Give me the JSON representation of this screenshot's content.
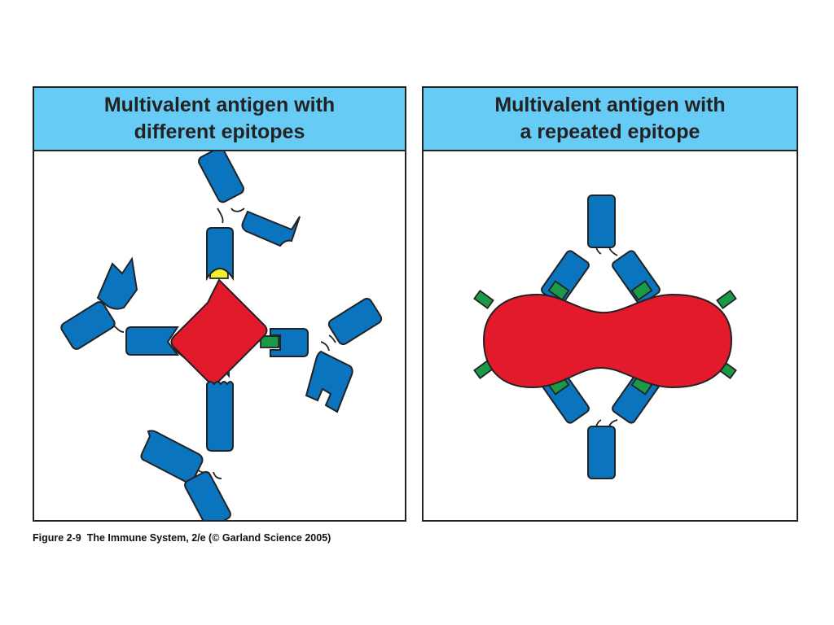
{
  "colors": {
    "header_bg": "#66ccf5",
    "antibody": "#0a74bf",
    "antigen": "#e21a2b",
    "epitope_yellow": "#f2ef33",
    "epitope_green": "#1a9a46",
    "epitope_lightgreen": "#9fce45",
    "epitope_lightblue": "#7fd0f0",
    "outline": "#222222"
  },
  "left_panel": {
    "title_line1": "Multivalent antigen with",
    "title_line2": "different epitopes"
  },
  "right_panel": {
    "title_line1": "Multivalent antigen with",
    "title_line2": "a repeated epitope"
  },
  "caption": {
    "figure_label": "Figure 2-9",
    "text": "The Immune System, 2/e (© Garland Science 2005)"
  }
}
